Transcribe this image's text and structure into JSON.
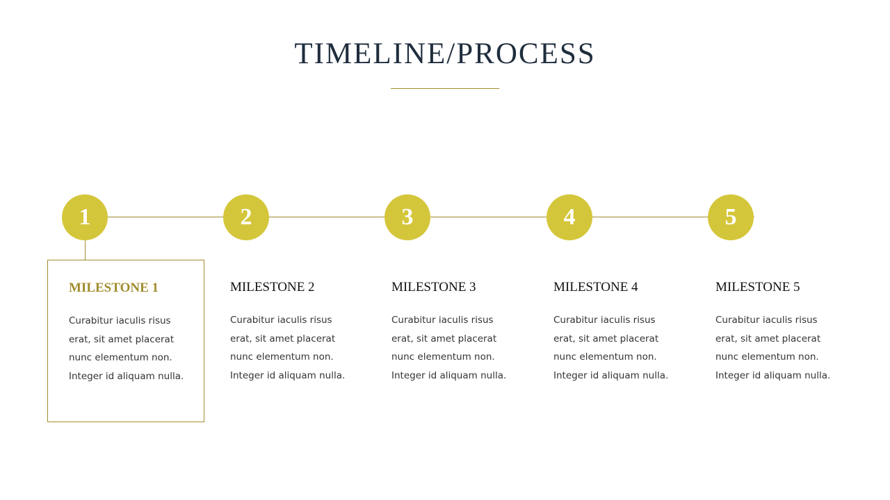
{
  "slide": {
    "title": "TIMELINE/PROCESS",
    "colors": {
      "accent": "#d4c63a",
      "line": "#a08c2e",
      "title": "#1f2d3d"
    },
    "milestones": [
      {
        "number": "1",
        "title": "MILESTONE 1",
        "active": true,
        "lines": [
          "Curabitur iaculis risus",
          "erat, sit amet placerat",
          "nunc elementum non.",
          "Integer id aliquam nulla."
        ]
      },
      {
        "number": "2",
        "title": "MILESTONE 2",
        "active": false,
        "lines": [
          "Curabitur iaculis risus",
          "erat, sit amet placerat",
          "nunc elementum non.",
          "Integer id aliquam nulla."
        ]
      },
      {
        "number": "3",
        "title": "MILESTONE 3",
        "active": false,
        "lines": [
          "Curabitur iaculis risus",
          "erat, sit amet placerat",
          "nunc elementum non.",
          "Integer id aliquam nulla."
        ]
      },
      {
        "number": "4",
        "title": "MILESTONE 4",
        "active": false,
        "lines": [
          "Curabitur iaculis risus",
          "erat, sit amet placerat",
          "nunc elementum non.",
          "Integer id aliquam nulla."
        ]
      },
      {
        "number": "5",
        "title": "MILESTONE 5",
        "active": false,
        "lines": [
          "Curabitur iaculis risus",
          "erat, sit amet placerat",
          "nunc elementum non.",
          "Integer id aliquam nulla."
        ]
      }
    ]
  }
}
